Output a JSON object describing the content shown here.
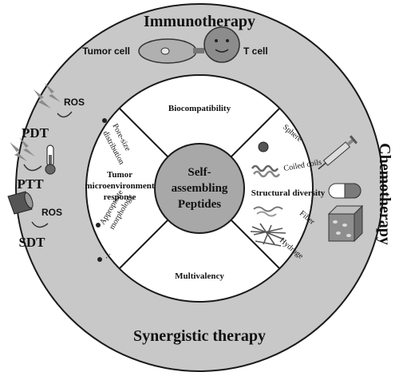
{
  "title_top": "Immunotherapy",
  "title_bottom": "Synergistic therapy",
  "title_right": "Chemotherapy",
  "immuno": {
    "tumor_label": "Tumor cell",
    "tcell_label": "T cell"
  },
  "left_therapies": {
    "pdt": "PDT",
    "ptt": "PTT",
    "sdt": "SDT",
    "ros_1": "ROS",
    "ros_2": "ROS"
  },
  "center": {
    "line1": "Self-",
    "line2": "assembling",
    "line3": "Peptides"
  },
  "quadrants": {
    "top": "Biocompatibility",
    "bottom": "Multivalency",
    "left": {
      "line1": "Tumor",
      "line2": "microenvironment",
      "line3": "response",
      "pore_1": "Pore-size",
      "pore_2": "distribution",
      "morph_1": "Appropriate",
      "morph_2": "morphology",
      "more": "..."
    },
    "right": {
      "title": "Structural diversity",
      "sphere": "Sphere",
      "coiled": "Coiled coils",
      "fiber": "Fiber",
      "hydrogel": "Hydroge"
    }
  },
  "colors": {
    "ring": "#c8c8c8",
    "center": "#a8a8a8",
    "outline": "#1a1a1a",
    "background": "#ffffff"
  }
}
